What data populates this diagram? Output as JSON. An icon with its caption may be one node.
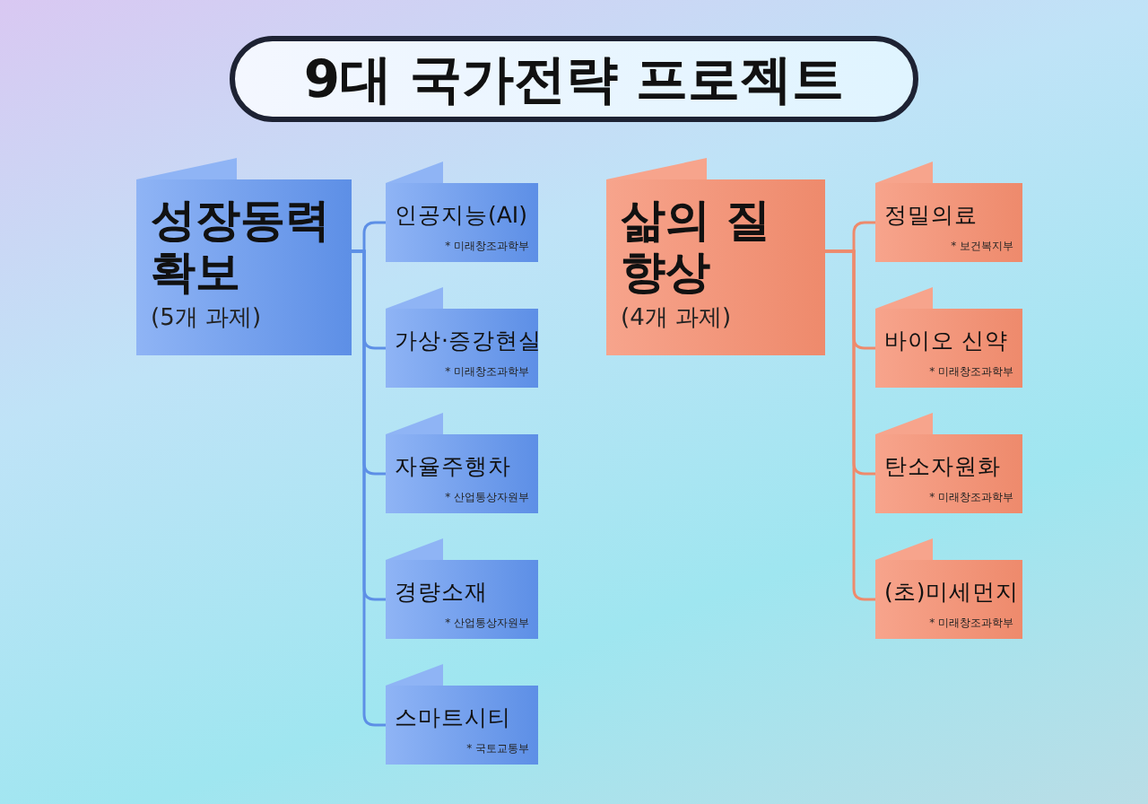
{
  "diagram": {
    "title": "9대 국가전략 프로젝트",
    "nodes": [
      {
        "text": [
          "성장동력 확보",
          "(5개 과제)"
        ]
      },
      {
        "text": [
          "인공지능(AI)",
          "* 미래창조과학부"
        ]
      },
      {
        "text": [
          "가상·증강현실",
          "* 미래창조과학부"
        ]
      },
      {
        "text": [
          "자율주행차",
          "* 산업통상자원부"
        ]
      },
      {
        "text": [
          "경량소재",
          "* 산업통상자원부"
        ]
      },
      {
        "text": [
          "스마트시티",
          "* 국토교통부"
        ]
      },
      {
        "text": [
          "삶의 질 향상",
          "(4개 과제)"
        ]
      },
      {
        "text": [
          "정밀의료",
          "* 보건복지부"
        ]
      },
      {
        "text": [
          "바이오 신약",
          "* 미래창조과학부"
        ]
      },
      {
        "text": [
          "탄소자원화",
          "* 미래창조과학부"
        ]
      },
      {
        "text": [
          "(초)미세먼지",
          "* 미래창조과학부"
        ]
      }
    ],
    "edges": [
      {
        "from": 0,
        "to": 1,
        "arrow": "none"
      },
      {
        "from": 0,
        "to": 2,
        "arrow": "none"
      },
      {
        "from": 0,
        "to": 3,
        "arrow": "none"
      },
      {
        "from": 0,
        "to": 4,
        "arrow": "none"
      },
      {
        "from": 0,
        "to": 5,
        "arrow": "none"
      },
      {
        "from": 6,
        "to": 7,
        "arrow": "none",
        "color": "#ee8a6c"
      },
      {
        "from": 6,
        "to": 8,
        "arrow": "none",
        "color": "#ee8a6c"
      },
      {
        "from": 6,
        "to": 9,
        "arrow": "none",
        "color": "#ee8a6c"
      },
      {
        "from": 6,
        "to": 10,
        "arrow": "none",
        "color": "#ee8a6c"
      }
    ]
  }
}
